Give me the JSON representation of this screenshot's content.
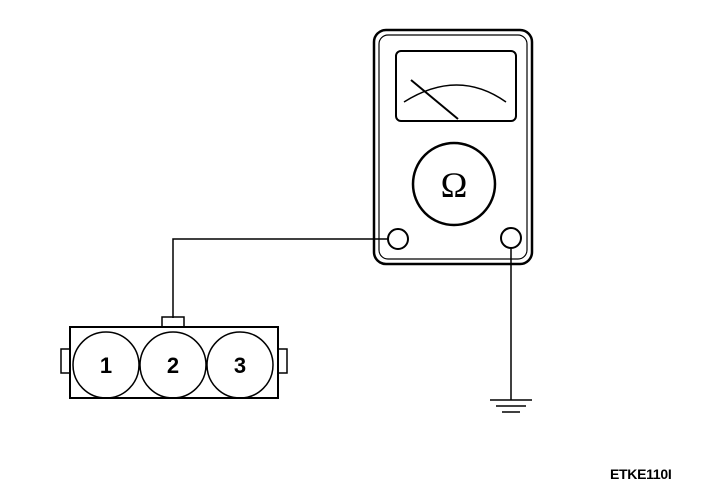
{
  "meter": {
    "function_symbol": "Ω"
  },
  "connector": {
    "pins": [
      {
        "label": "1"
      },
      {
        "label": "2"
      },
      {
        "label": "3"
      }
    ]
  },
  "figure_code": "ETKE110I",
  "colors": {
    "line": "#000000",
    "background": "#ffffff"
  }
}
